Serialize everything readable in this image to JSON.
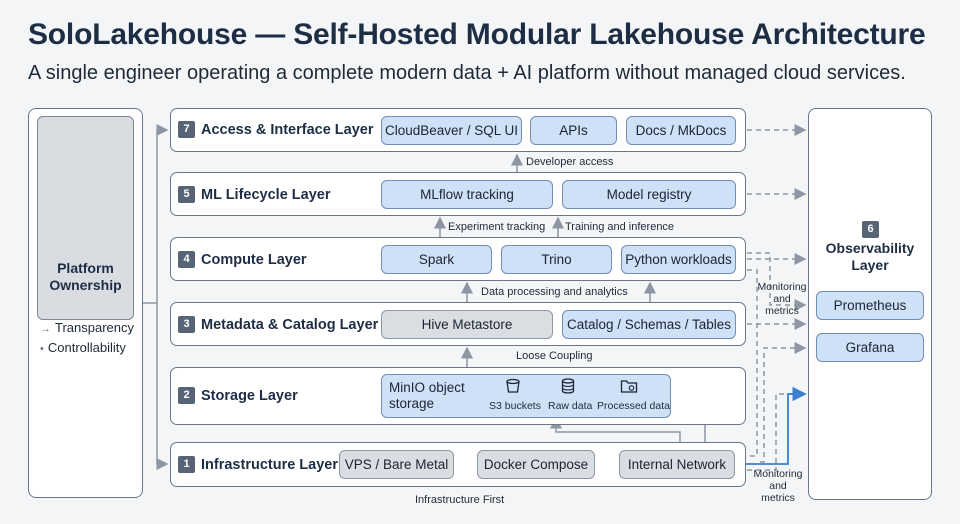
{
  "header": {
    "title": "SoloLakehouse — Self-Hosted Modular Lakehouse Architecture",
    "subtitle": "A single engineer operating a complete modern data + AI platform without managed cloud services."
  },
  "ownership": {
    "title_line1": "Platform",
    "title_line2": "Ownership",
    "bullets": [
      "Transparency",
      "Controllability"
    ]
  },
  "layers": {
    "access": {
      "number": "7",
      "title": "Access & Interface Layer",
      "items": [
        "CloudBeaver / SQL UI",
        "APIs",
        "Docs / MkDocs"
      ]
    },
    "ml": {
      "number": "5",
      "title": "ML Lifecycle Layer",
      "items": [
        "MLflow tracking",
        "Model registry"
      ]
    },
    "compute": {
      "number": "4",
      "title": "Compute Layer",
      "items": [
        "Spark",
        "Trino",
        "Python workloads"
      ]
    },
    "metadata": {
      "number": "3",
      "title": "Metadata & Catalog Layer",
      "items": [
        "Hive Metastore",
        "Catalog / Schemas / Tables"
      ]
    },
    "storage": {
      "number": "2",
      "title": "Storage Layer",
      "minio_line1": "MinIO object",
      "minio_line2": "storage",
      "buckets": [
        {
          "label": "S3 buckets",
          "icon": "bucket-icon"
        },
        {
          "label": "Raw data",
          "icon": "database-icon"
        },
        {
          "label": "Processed data",
          "icon": "folder-gear-icon"
        }
      ]
    },
    "infra": {
      "number": "1",
      "title": "Infrastructure Layer",
      "items": [
        "VPS / Bare Metal",
        "Docker Compose",
        "Internal Network"
      ]
    }
  },
  "connections": {
    "developer_access": "Developer access",
    "experiment_tracking": "Experiment tracking",
    "training_inference": "Training and inference",
    "data_processing": "Data processing and analytics",
    "loose_coupling": "Loose Coupling",
    "infrastructure_first": "Infrastructure First",
    "monitoring_1": [
      "Monitoring",
      "and",
      "metrics"
    ],
    "monitoring_2": [
      "Monitoring",
      "and metrics"
    ]
  },
  "observability": {
    "number": "6",
    "title_line1": "Observability",
    "title_line2": "Layer",
    "items": [
      "Prometheus",
      "Grafana"
    ]
  },
  "colors": {
    "chip_blue": "#cfe1f6",
    "chip_gray": "#dadde2",
    "accent_arrow": "#3a7fd0",
    "line_gray": "#8d96a2"
  }
}
